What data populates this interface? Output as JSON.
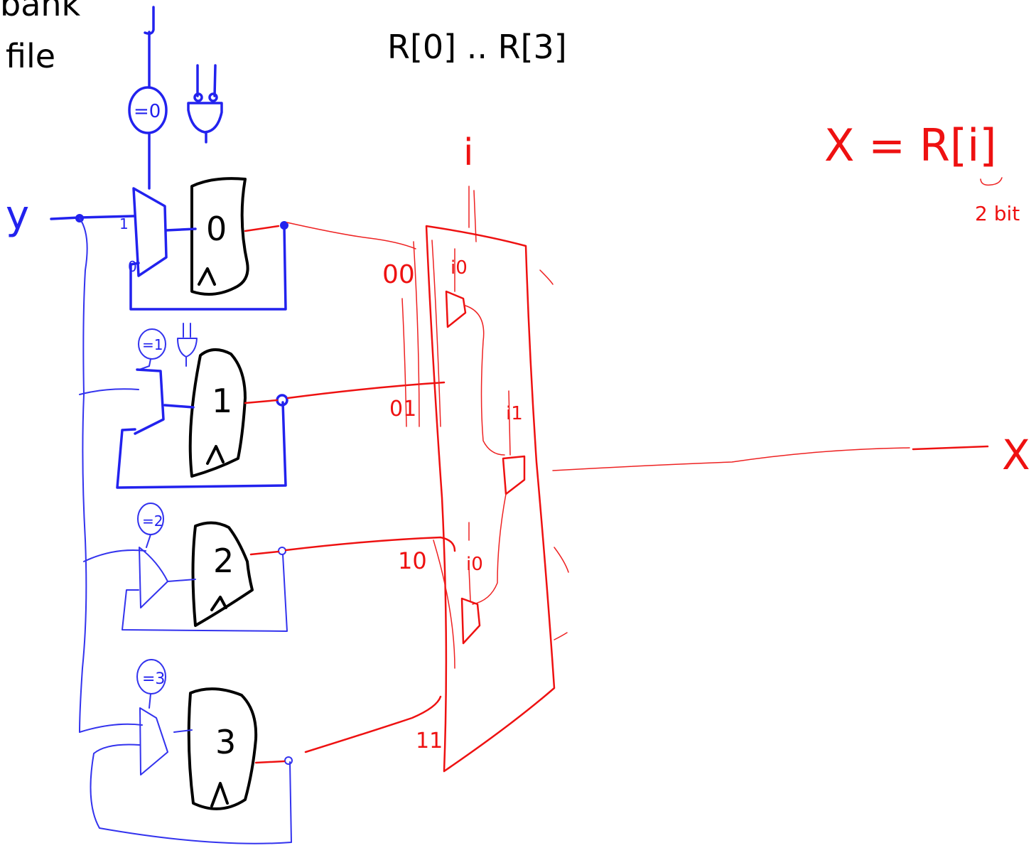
{
  "title": {
    "bank_file_line1": "bank",
    "bank_file_line2": "file",
    "registers": "R[0] .. R[3]"
  },
  "equation": {
    "text": "X = R[i]",
    "note": "2 bit"
  },
  "signals": {
    "input": "y",
    "select": "i",
    "output": "X"
  },
  "registers": [
    {
      "label": "0",
      "decoder": "=0",
      "select_code": "00"
    },
    {
      "label": "1",
      "decoder": "=1",
      "select_code": "01"
    },
    {
      "label": "2",
      "decoder": "=2",
      "select_code": "10"
    },
    {
      "label": "3",
      "decoder": "=3",
      "select_code": "11"
    }
  ],
  "mux_labels": {
    "m1_one": "1",
    "m1_zero": "0",
    "sel_i0_top": "i0",
    "sel_i1": "i1",
    "sel_i0_bottom": "i0"
  },
  "colors": {
    "registers": "#000000",
    "write_logic": "#2222ee",
    "read_logic": "#ee1111"
  }
}
